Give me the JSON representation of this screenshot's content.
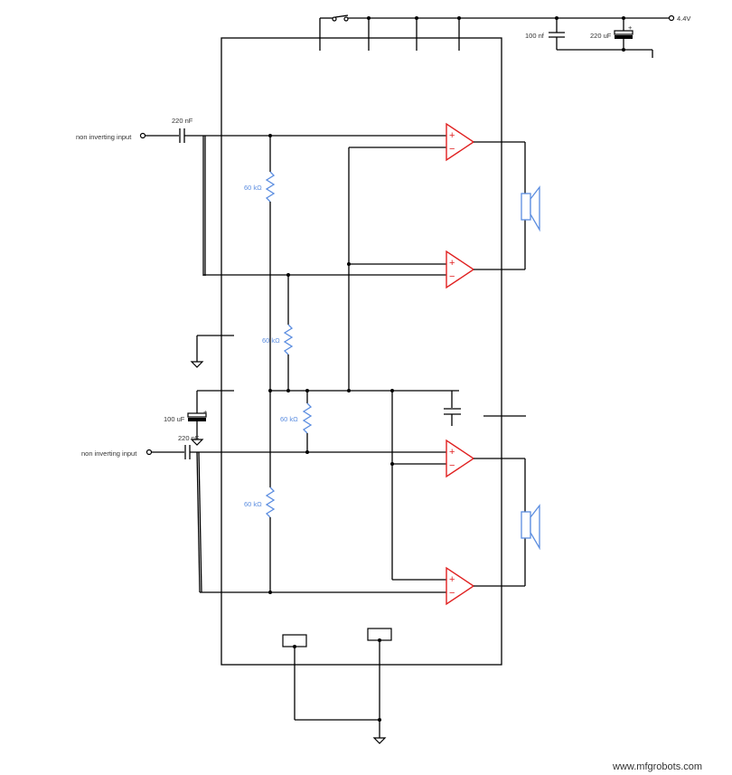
{
  "diagram": {
    "supply_label": "4.4V",
    "cap_100nf_label": "100 nf",
    "cap_220uf_label": "220 uF",
    "input_top_label": "non inverting input",
    "input_bottom_label": "non inverting input",
    "cap_input_top_label": "220 nF",
    "cap_input_bottom_label": "220 nF",
    "cap_100uf_label": "100 uF",
    "resistor_top_label": "60 kΩ",
    "resistor_mid_label": "60 kΩ",
    "resistor_lower_label": "60 kΩ",
    "resistor_bottom_label": "60 kΩ",
    "opamp_plus": "+",
    "opamp_minus": "−",
    "electrolytic_plus": "+"
  },
  "watermark": "www.mfgrobots.com",
  "colors": {
    "opamp": "#e02020",
    "resistor": "#5b8de0",
    "speaker": "#5b8de0",
    "wire": "#000000"
  }
}
